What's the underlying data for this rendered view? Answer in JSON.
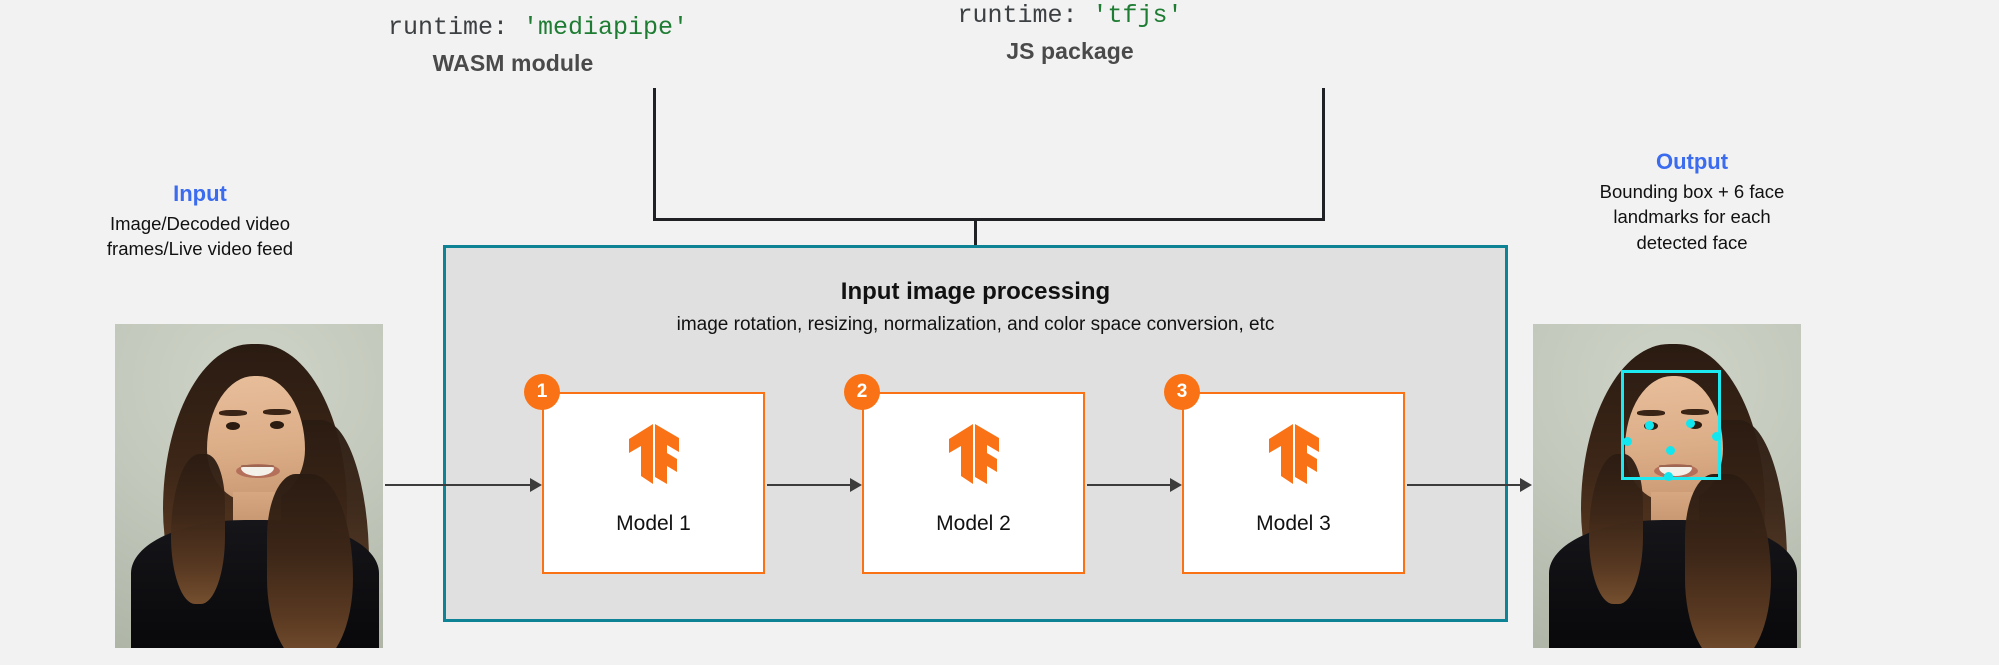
{
  "page": {
    "background_color": "#F2F2F2",
    "title": "Face detection model pipeline diagram"
  },
  "colors": {
    "accent_blue": "#3B6BEF",
    "teal_border": "#0F8396",
    "process_fill": "#E0E0E0",
    "orange": "#F97316",
    "code_string_green": "#1E7C33",
    "code_text": "#3C4043",
    "detection_cyan": "#12E6EE"
  },
  "runtime_annotations": [
    {
      "code_prefix": "runtime: ",
      "code_value": "'mediapipe'",
      "subtitle": "WASM module"
    },
    {
      "code_prefix": "runtime: ",
      "code_value": "'tfjs'",
      "subtitle": "JS package"
    }
  ],
  "input": {
    "title": "Input",
    "description_lines": [
      "Image/Decoded video",
      "frames/Live video feed"
    ],
    "image_alt": "Photograph of a smiling woman with long dark hair on a light sage background"
  },
  "output": {
    "title": "Output",
    "description_lines": [
      "Bounding box + 6 face",
      "landmarks for each",
      "detected face"
    ],
    "image_alt": "Same photograph with a cyan face bounding box and six cyan landmark points",
    "bounding_box_color": "#12E6EE",
    "landmark_count": 6
  },
  "processing": {
    "title": "Input image processing",
    "subtitle": "image rotation, resizing, normalization, and color space conversion, etc"
  },
  "models": [
    {
      "badge": "1",
      "label": "Model 1",
      "logo": "tensorflow-logo"
    },
    {
      "badge": "2",
      "label": "Model 2",
      "logo": "tensorflow-logo"
    },
    {
      "badge": "3",
      "label": "Model 3",
      "logo": "tensorflow-logo"
    }
  ]
}
